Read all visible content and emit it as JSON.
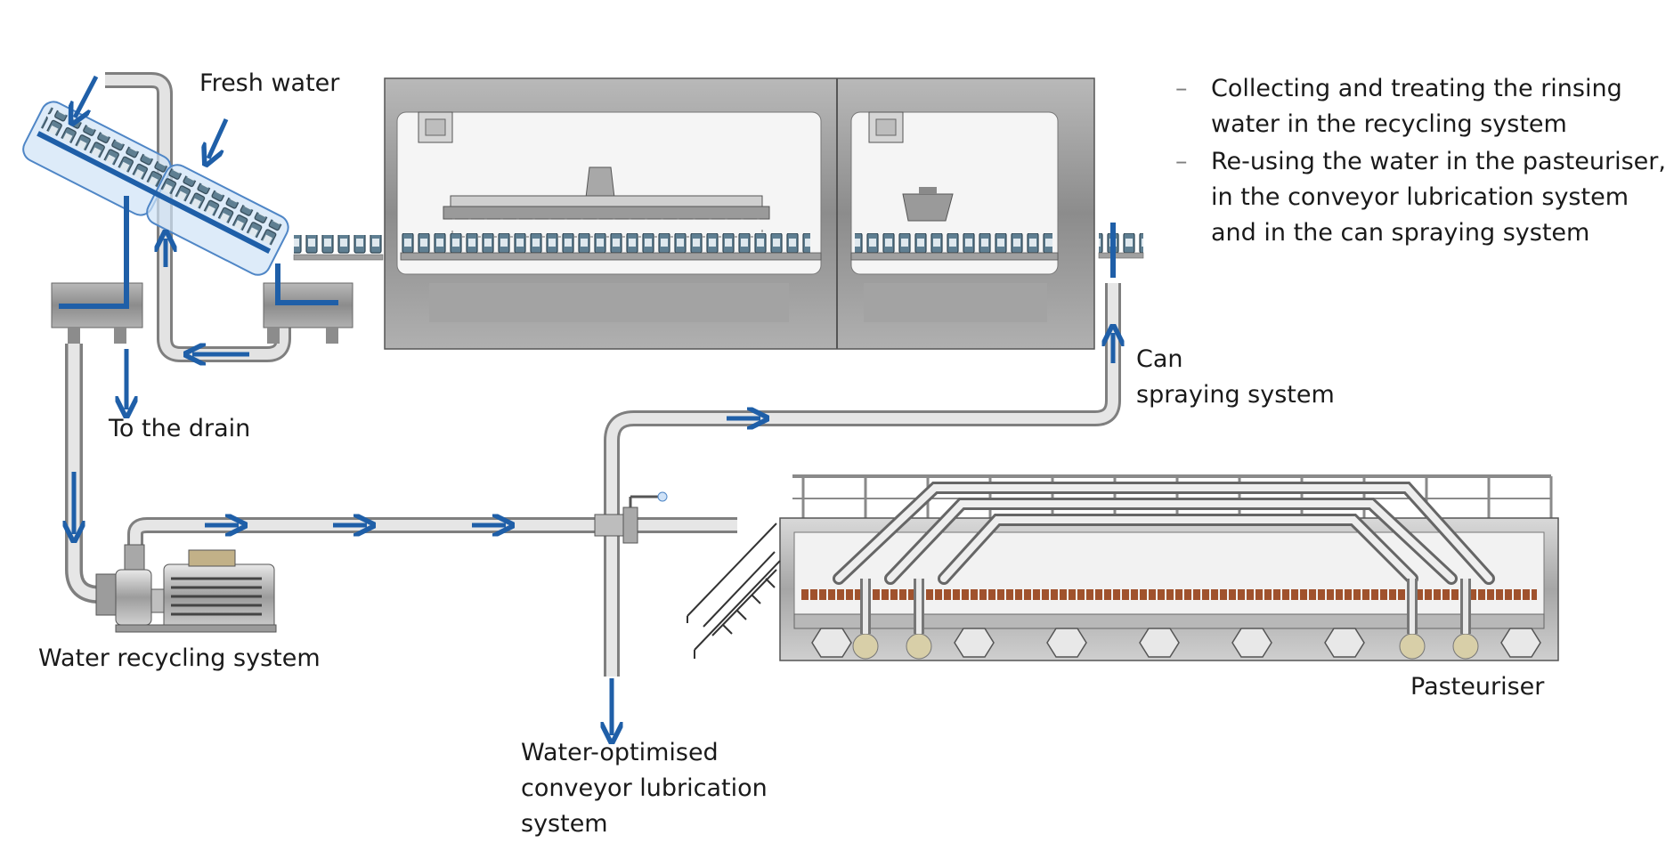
{
  "labels": {
    "fresh_water": "Fresh water",
    "to_the_drain": "To the drain",
    "water_recycling_system": "Water recycling system",
    "can_spraying_system": "Can\nspraying system",
    "conveyor_lubrication": "Water-optimised\nconveyor lubrication\nsystem",
    "pasteuriser": "Pasteuriser"
  },
  "bullets": [
    "Collecting and treating the rinsing water in the recycling system",
    "Re-using the water in the pasteuriser, in the conveyor lubrication system and in the can spraying system"
  ],
  "colors": {
    "flow_arrow": "#1f5fa8",
    "pipe": "#c8c8c8",
    "machine_frame": "#9a9a9a",
    "rinser_highlight": "#cfe2f7",
    "pasteuriser_heater": "#a0522d"
  }
}
